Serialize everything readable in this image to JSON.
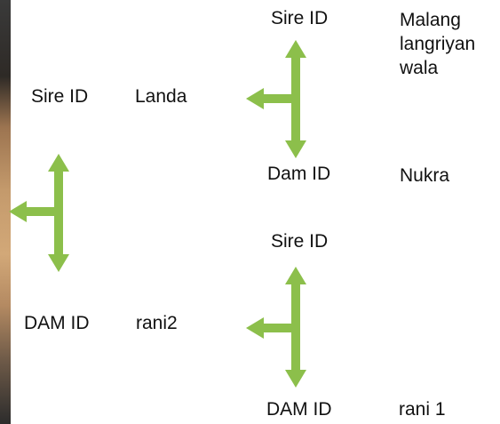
{
  "colors": {
    "arrow": "#8cbf4b",
    "text": "#111111"
  },
  "left": {
    "sire_label": "Sire ID",
    "sire_value": "Landa",
    "dam_label": "DAM ID",
    "dam_value": "rani2"
  },
  "right_top": {
    "sire_label": "Sire ID",
    "sire_value": "Malang\nlangriyan\nwala",
    "dam_label": "Dam ID",
    "dam_value": "Nukra"
  },
  "right_bottom": {
    "sire_label": "Sire ID",
    "dam_label": "DAM ID",
    "dam_value": "rani 1"
  }
}
